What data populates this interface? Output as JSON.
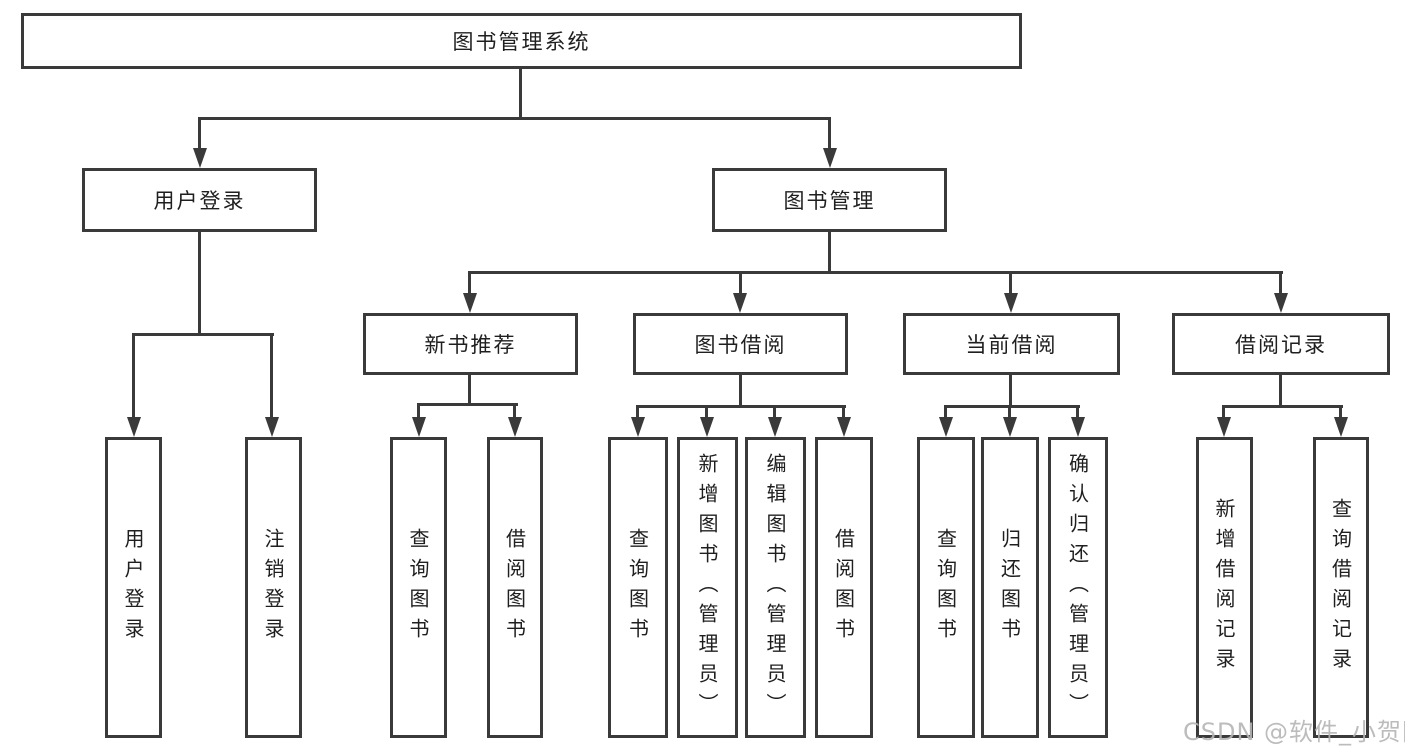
{
  "colors": {
    "background": "#ffffff",
    "line": "#3a3a3a",
    "box_border": "#3a3a3a",
    "text": "#1f1f1f",
    "watermark": "#b5b5b5"
  },
  "watermark": {
    "text": "CSDN @软件_小贺同学"
  },
  "tree": {
    "root": {
      "label": "图书管理系统"
    },
    "level2": [
      {
        "id": "user-login",
        "label": "用户登录"
      },
      {
        "id": "book-management",
        "label": "图书管理"
      }
    ],
    "level3": [
      {
        "id": "new-book-recommend",
        "parent": "book-management",
        "label": "新书推荐"
      },
      {
        "id": "book-borrow",
        "parent": "book-management",
        "label": "图书借阅"
      },
      {
        "id": "current-borrow",
        "parent": "book-management",
        "label": "当前借阅"
      },
      {
        "id": "borrow-records",
        "parent": "book-management",
        "label": "借阅记录"
      }
    ],
    "leaves": [
      {
        "group": "user-login",
        "label": "用户登录"
      },
      {
        "group": "user-login",
        "label": "注销登录"
      },
      {
        "group": "new-book-recommend",
        "label": "查询图书"
      },
      {
        "group": "new-book-recommend",
        "label": "借阅图书"
      },
      {
        "group": "book-borrow",
        "label": "查询图书"
      },
      {
        "group": "book-borrow",
        "label": "新增图书（管理员）"
      },
      {
        "group": "book-borrow",
        "label": "编辑图书（管理员）"
      },
      {
        "group": "book-borrow",
        "label": "借阅图书"
      },
      {
        "group": "current-borrow",
        "label": "查询图书"
      },
      {
        "group": "current-borrow",
        "label": "归还图书"
      },
      {
        "group": "current-borrow",
        "label": "确认归还（管理员）"
      },
      {
        "group": "borrow-records",
        "label": "新增借阅记录"
      },
      {
        "group": "borrow-records",
        "label": "查询借阅记录"
      }
    ]
  }
}
